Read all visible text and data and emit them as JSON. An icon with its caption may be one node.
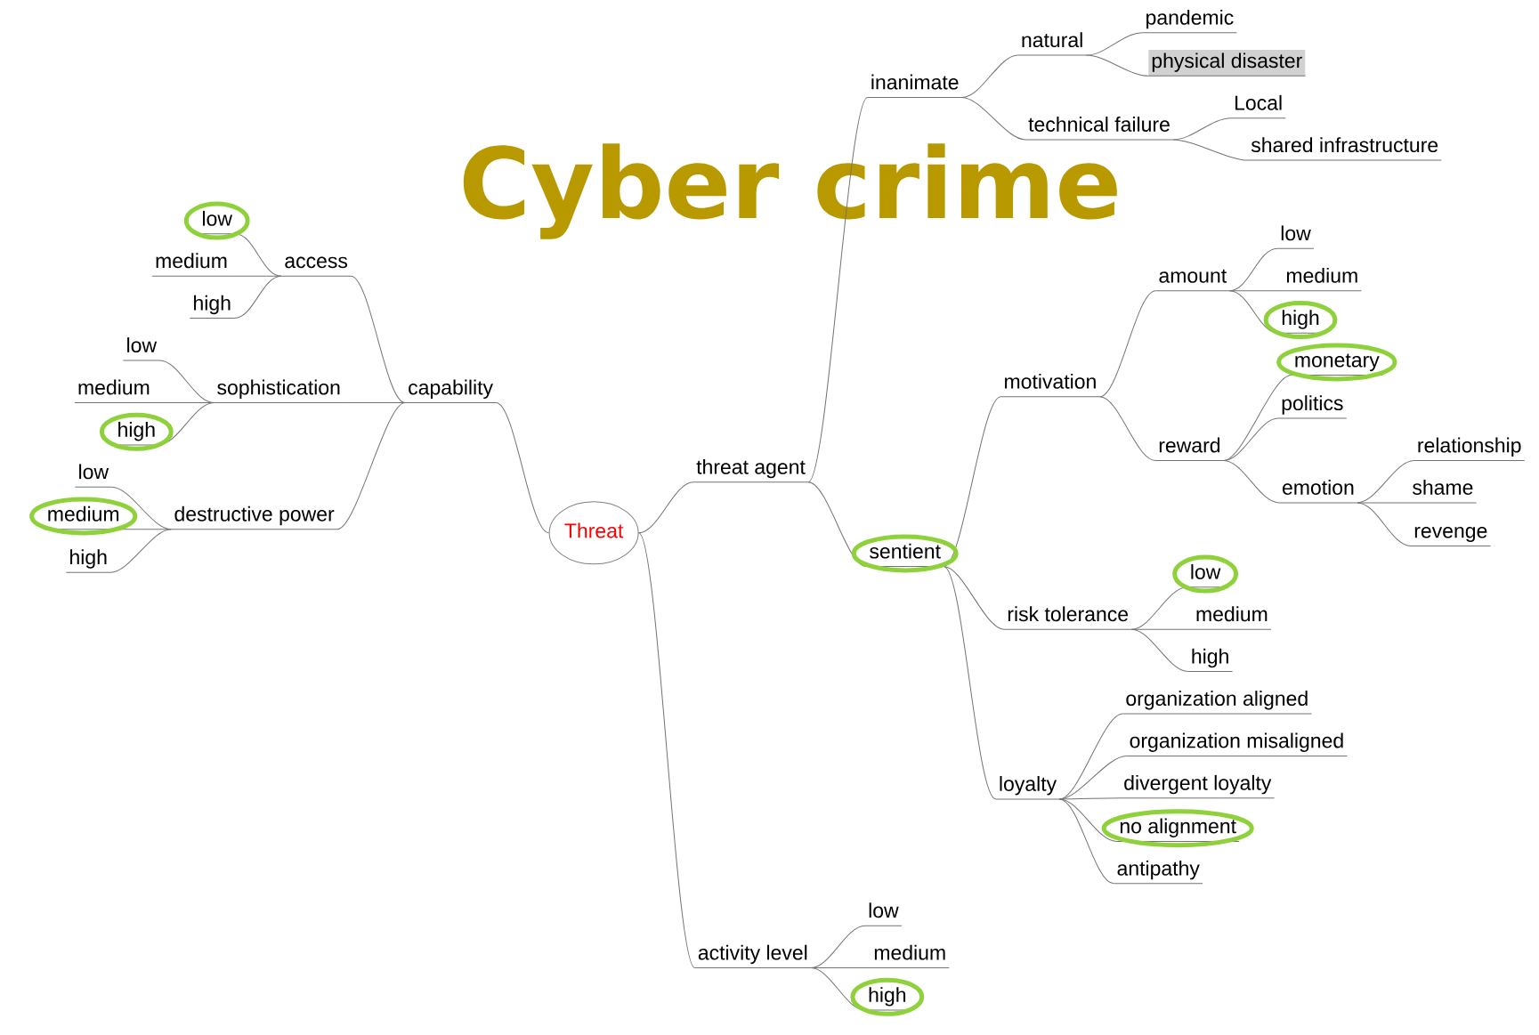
{
  "diagram": {
    "title": "Cyber crime",
    "nodes": [
      {
        "text": [
          "Threat"
        ]
      },
      {
        "text": [
          "threat agent"
        ]
      },
      {
        "text": [
          "inanimate"
        ]
      },
      {
        "text": [
          "natural"
        ]
      },
      {
        "text": [
          "pandemic"
        ]
      },
      {
        "text": [
          "physical disaster"
        ]
      },
      {
        "text": [
          "technical failure"
        ]
      },
      {
        "text": [
          "Local"
        ]
      },
      {
        "text": [
          "shared infrastructure"
        ]
      },
      {
        "text": [
          "sentient"
        ]
      },
      {
        "text": [
          "motivation"
        ]
      },
      {
        "text": [
          "amount"
        ]
      },
      {
        "text": [
          "low"
        ]
      },
      {
        "text": [
          "medium"
        ]
      },
      {
        "text": [
          "high"
        ]
      },
      {
        "text": [
          "reward"
        ]
      },
      {
        "text": [
          "monetary"
        ]
      },
      {
        "text": [
          "politics"
        ]
      },
      {
        "text": [
          "emotion"
        ]
      },
      {
        "text": [
          "relationship"
        ]
      },
      {
        "text": [
          "shame"
        ]
      },
      {
        "text": [
          "revenge"
        ]
      },
      {
        "text": [
          "risk tolerance"
        ]
      },
      {
        "text": [
          "low"
        ]
      },
      {
        "text": [
          "medium"
        ]
      },
      {
        "text": [
          "high"
        ]
      },
      {
        "text": [
          "loyalty"
        ]
      },
      {
        "text": [
          "organization aligned"
        ]
      },
      {
        "text": [
          "organization misaligned"
        ]
      },
      {
        "text": [
          "divergent loyalty"
        ]
      },
      {
        "text": [
          "no alignment"
        ]
      },
      {
        "text": [
          "antipathy"
        ]
      },
      {
        "text": [
          "activity level"
        ]
      },
      {
        "text": [
          "low"
        ]
      },
      {
        "text": [
          "medium"
        ]
      },
      {
        "text": [
          "high"
        ]
      },
      {
        "text": [
          "capability"
        ]
      },
      {
        "text": [
          "access"
        ]
      },
      {
        "text": [
          "low"
        ]
      },
      {
        "text": [
          "medium"
        ]
      },
      {
        "text": [
          "high"
        ]
      },
      {
        "text": [
          "sophistication"
        ]
      },
      {
        "text": [
          "low"
        ]
      },
      {
        "text": [
          "medium"
        ]
      },
      {
        "text": [
          "high"
        ]
      },
      {
        "text": [
          "destructive power"
        ]
      },
      {
        "text": [
          "low"
        ]
      },
      {
        "text": [
          "medium"
        ]
      },
      {
        "text": [
          "high"
        ]
      }
    ],
    "edges": [
      {
        "from": 0,
        "to": 1,
        "arrow": "none"
      },
      {
        "from": 1,
        "to": 2,
        "arrow": "none"
      },
      {
        "from": 2,
        "to": 3,
        "arrow": "none"
      },
      {
        "from": 3,
        "to": 4,
        "arrow": "none"
      },
      {
        "from": 3,
        "to": 5,
        "arrow": "none"
      },
      {
        "from": 2,
        "to": 6,
        "arrow": "none"
      },
      {
        "from": 6,
        "to": 7,
        "arrow": "none"
      },
      {
        "from": 6,
        "to": 8,
        "arrow": "none"
      },
      {
        "from": 1,
        "to": 9,
        "arrow": "none"
      },
      {
        "from": 9,
        "to": 10,
        "arrow": "none"
      },
      {
        "from": 10,
        "to": 11,
        "arrow": "none"
      },
      {
        "from": 11,
        "to": 12,
        "arrow": "none"
      },
      {
        "from": 11,
        "to": 13,
        "arrow": "none"
      },
      {
        "from": 11,
        "to": 14,
        "arrow": "none"
      },
      {
        "from": 10,
        "to": 15,
        "arrow": "none"
      },
      {
        "from": 15,
        "to": 16,
        "arrow": "none"
      },
      {
        "from": 15,
        "to": 17,
        "arrow": "none"
      },
      {
        "from": 15,
        "to": 18,
        "arrow": "none"
      },
      {
        "from": 18,
        "to": 19,
        "arrow": "none"
      },
      {
        "from": 18,
        "to": 20,
        "arrow": "none"
      },
      {
        "from": 18,
        "to": 21,
        "arrow": "none"
      },
      {
        "from": 9,
        "to": 22,
        "arrow": "none"
      },
      {
        "from": 22,
        "to": 23,
        "arrow": "none"
      },
      {
        "from": 22,
        "to": 24,
        "arrow": "none"
      },
      {
        "from": 22,
        "to": 25,
        "arrow": "none"
      },
      {
        "from": 9,
        "to": 26,
        "arrow": "none"
      },
      {
        "from": 26,
        "to": 27,
        "arrow": "none"
      },
      {
        "from": 26,
        "to": 28,
        "arrow": "none"
      },
      {
        "from": 26,
        "to": 29,
        "arrow": "none"
      },
      {
        "from": 26,
        "to": 30,
        "arrow": "none"
      },
      {
        "from": 26,
        "to": 31,
        "arrow": "none"
      },
      {
        "from": 0,
        "to": 32,
        "arrow": "none"
      },
      {
        "from": 32,
        "to": 33,
        "arrow": "none"
      },
      {
        "from": 32,
        "to": 34,
        "arrow": "none"
      },
      {
        "from": 32,
        "to": 35,
        "arrow": "none"
      },
      {
        "from": 0,
        "to": 36,
        "arrow": "none"
      },
      {
        "from": 36,
        "to": 37,
        "arrow": "none"
      },
      {
        "from": 37,
        "to": 38,
        "arrow": "none"
      },
      {
        "from": 37,
        "to": 39,
        "arrow": "none"
      },
      {
        "from": 37,
        "to": 40,
        "arrow": "none"
      },
      {
        "from": 36,
        "to": 41,
        "arrow": "none"
      },
      {
        "from": 41,
        "to": 42,
        "arrow": "none"
      },
      {
        "from": 41,
        "to": 43,
        "arrow": "none"
      },
      {
        "from": 41,
        "to": 44,
        "arrow": "none"
      },
      {
        "from": 36,
        "to": 45,
        "arrow": "none"
      },
      {
        "from": 45,
        "to": 46,
        "arrow": "none"
      },
      {
        "from": 45,
        "to": 47,
        "arrow": "none"
      },
      {
        "from": 45,
        "to": 48,
        "arrow": "none"
      }
    ]
  }
}
